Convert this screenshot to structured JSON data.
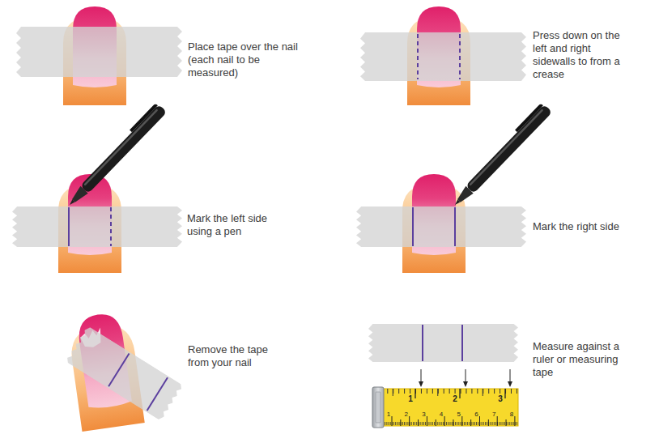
{
  "diagram": {
    "labels": [
      "Place tape over the nail (each nail to be measured)",
      "Press down on the left and right sidewalls to from a crease",
      "Mark the left side using a pen",
      "Mark the right side",
      "Remove the tape from your nail",
      "Measure against a ruler or measuring tape",
      "1",
      "2",
      "3",
      "1",
      "2",
      "3",
      "4",
      "5",
      "6",
      "7",
      "8"
    ]
  }
}
